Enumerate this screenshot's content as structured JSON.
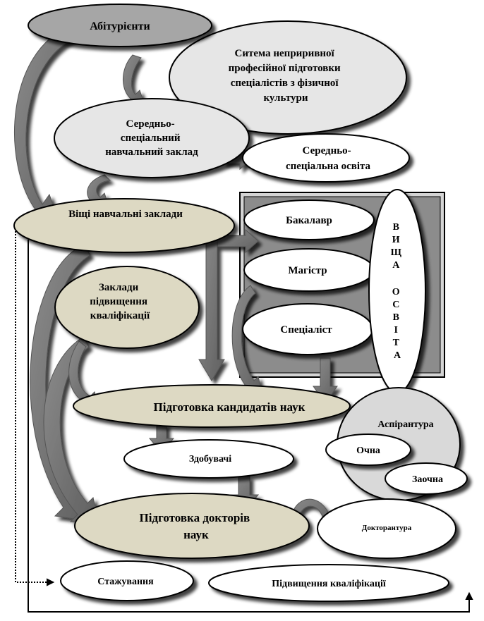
{
  "nodes": {
    "abiturients": "Абітурієнти",
    "system": [
      "Ситема неприривної",
      "професійної підготовки",
      "спеціалістів з фізичної",
      "культури"
    ],
    "secondary_school": [
      "Середньо-",
      "спеціальний",
      "навчальний заклад"
    ],
    "secondary_edu": [
      "Середньо-",
      "спеціальна освіта"
    ],
    "universities": "Віщі навчальні заклади",
    "bachelor": "Бакалавр",
    "master": "Магістр",
    "specialist": "Спеціаліст",
    "higher_edu": [
      "В",
      "И",
      "Щ",
      "А",
      "",
      "О",
      "С",
      "В",
      "І",
      "Т",
      "А"
    ],
    "qualification_institutions": [
      "Заклади",
      "підвищення",
      "кваліфікації"
    ],
    "candidates": "Підготовка кандидатів наук",
    "aspirantura": "Аспірантура",
    "full_time": "Очна",
    "part_time": "Заочна",
    "applicants": "Здобувачі",
    "doctors": [
      "Підготовка  докторів",
      "наук"
    ],
    "doctorantura": "Докторантура",
    "internship": "Стажування",
    "qualification_upgrade": "Підвищення кваліфікації"
  },
  "colors": {
    "gray_dark": "#a6a6a6",
    "gray_light": "#e6e6e6",
    "tan": "#ddd9c3",
    "frame": "#a6a6a6",
    "white": "#ffffff"
  }
}
